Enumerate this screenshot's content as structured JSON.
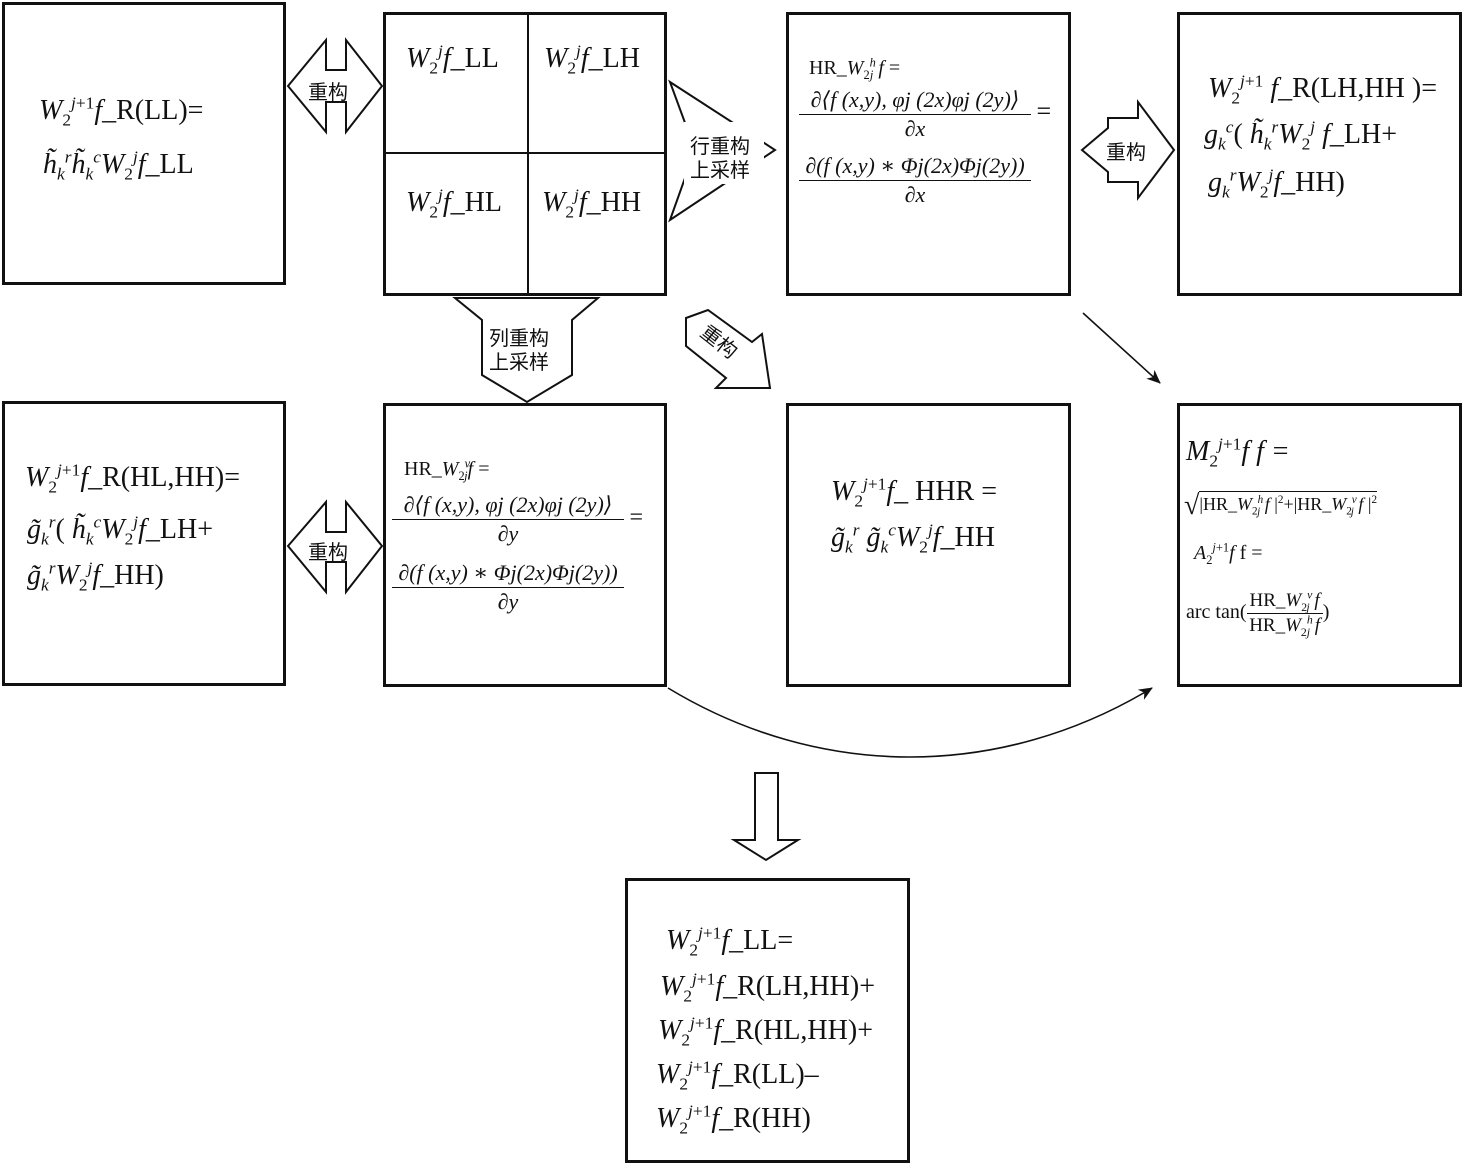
{
  "labels": {
    "reconstruct": "重构",
    "row_reconstruct": "行重构",
    "column_reconstruct": "列重构",
    "upsample": "上采样"
  },
  "quadrants": {
    "ll_band": "LL",
    "lh_band": "LH",
    "hl_band": "HL",
    "hh_band": "HH"
  },
  "formulas": {
    "r_ll_box": {
      "lhs": "R(LL)=",
      "rhs_band": "LL"
    },
    "hr_h_box": {
      "prefix": "HR_",
      "top_num": "∂⟨f (x,y), φj (2x)φj (2y)⟩",
      "den": "∂x",
      "eq": "=",
      "bottom_num": "∂(f (x,y) ∗ Φj(2x)Φj(2y))"
    },
    "r_lhhh_box": {
      "lhs": "R(LH,HH )=",
      "line2_band": "LH+",
      "line3_band": "HH)"
    },
    "r_hlhh_box": {
      "lhs": "R(HL,HH)=",
      "line2_band": "LH+",
      "line3_band": "HH)"
    },
    "hr_v_box": {
      "prefix": "HR_",
      "top_num": "∂⟨f (x,y), φj (2x)φj (2y)⟩",
      "den": "∂y",
      "eq": "=",
      "bottom_num": "∂(f (x,y) ∗ Φj(2x)Φj(2y))"
    },
    "hhr_box": {
      "lhs": "HHR =",
      "rhs_band": "HH"
    },
    "mag_box": {
      "m_eq": "f =",
      "sqrt_body_1": "|HR_",
      "sqrt_body_2": "|HR_",
      "a_eq": "f =",
      "arctan": "arc tan(",
      "frac_num": "HR_",
      "frac_den": "HR_",
      "close": ")"
    },
    "final_box": {
      "line1": "LL=",
      "line2": "R(LH,HH)+",
      "line3": "R(HL,HH)+",
      "line4": "R(LL)–",
      "line5": "R(HH)"
    }
  }
}
